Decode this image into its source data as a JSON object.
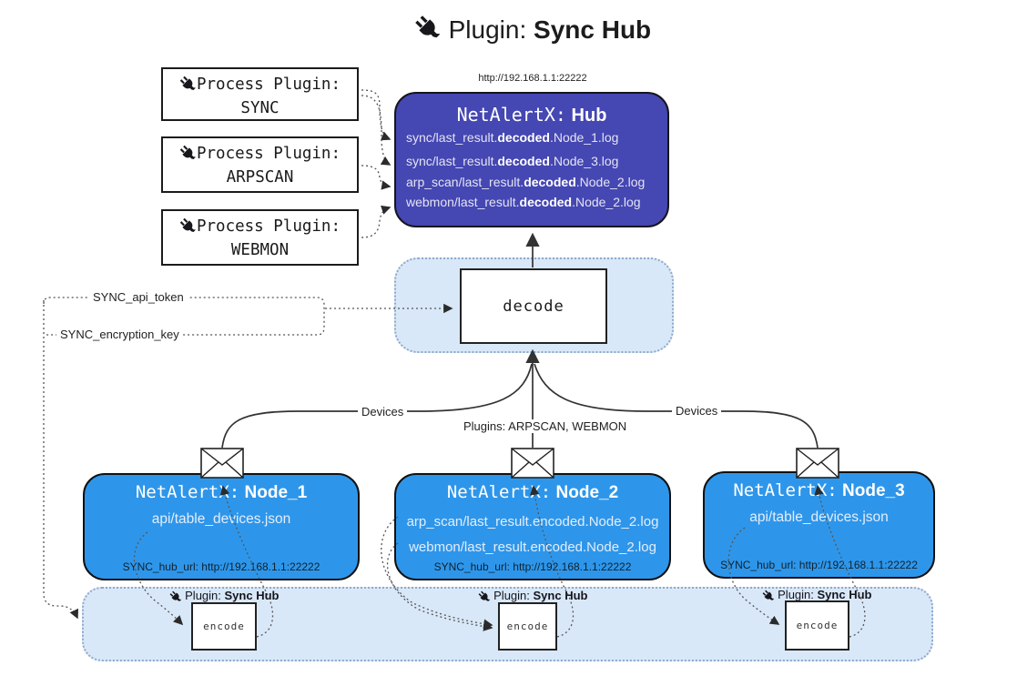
{
  "title": {
    "prefix": "Plugin:",
    "name": "Sync Hub"
  },
  "process_plugins": [
    {
      "label": "Process Plugin:",
      "name": "SYNC"
    },
    {
      "label": "Process Plugin:",
      "name": "ARPSCAN"
    },
    {
      "label": "Process Plugin:",
      "name": "WEBMON"
    }
  ],
  "hub": {
    "url": "http://192.168.1.1:22222",
    "title_prefix": "NetAlertX:",
    "title_name": "Hub",
    "logs": [
      {
        "pre": "sync/last_result.",
        "bold": "decoded",
        "post": ".Node_1.log"
      },
      {
        "pre": "sync/last_result.",
        "bold": "decoded",
        "post": ".Node_3.log"
      },
      {
        "pre": "arp_scan/last_result.",
        "bold": "decoded",
        "post": ".Node_2.log"
      },
      {
        "pre": "webmon/last_result.",
        "bold": "decoded",
        "post": ".Node_2.log"
      }
    ]
  },
  "decode_label": "decode",
  "labels": {
    "sync_api_token": "SYNC_api_token",
    "sync_encryption_key": "SYNC_encryption_key",
    "devices_left": "Devices",
    "devices_right": "Devices",
    "plugins_mid": "Plugins: ARPSCAN, WEBMON"
  },
  "nodes": [
    {
      "title_prefix": "NetAlertX:",
      "title_name": "Node_1",
      "files": [
        "api/table_devices.json"
      ],
      "hub_url": "SYNC_hub_url: http://192.168.1.1:22222"
    },
    {
      "title_prefix": "NetAlertX:",
      "title_name": "Node_2",
      "files": [
        "arp_scan/last_result.encoded.Node_2.log",
        "webmon/last_result.encoded.Node_2.log"
      ],
      "hub_url": "SYNC_hub_url: http://192.168.1.1:22222"
    },
    {
      "title_prefix": "NetAlertX:",
      "title_name": "Node_3",
      "files": [
        "api/table_devices.json"
      ],
      "hub_url": "SYNC_hub_url: http://192.168.1.1:22222"
    }
  ],
  "encoders": [
    {
      "plugin_prefix": "Plugin:",
      "plugin_name": "Sync Hub",
      "label": "encode"
    },
    {
      "plugin_prefix": "Plugin:",
      "plugin_name": "Sync Hub",
      "label": "encode"
    },
    {
      "plugin_prefix": "Plugin:",
      "plugin_name": "Sync Hub",
      "label": "encode"
    }
  ],
  "icons": {
    "plug": "plug-icon",
    "envelope": "envelope-icon"
  },
  "colors": {
    "hub_fill": "#4547b2",
    "node_fill": "#2e96ea",
    "band_fill": "#d9e8f8",
    "band_border": "#8fa9c9",
    "solid_line": "#333333",
    "dotted_line": "#555555"
  }
}
